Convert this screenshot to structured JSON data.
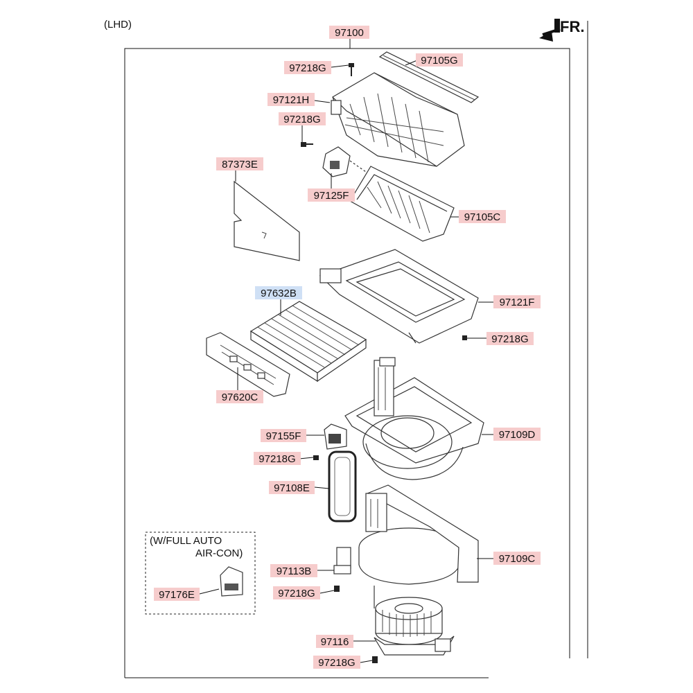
{
  "header": {
    "variant": "(LHD)",
    "direction": "FR.",
    "assembly": "97100"
  },
  "callouts": [
    {
      "id": "97218G",
      "highlight": "#f6cccc"
    },
    {
      "id": "97105G",
      "highlight": "#f6cccc"
    },
    {
      "id": "97121H",
      "highlight": "#f6cccc"
    },
    {
      "id": "97218G",
      "highlight": "#f6cccc"
    },
    {
      "id": "87373E",
      "highlight": "#f6cccc"
    },
    {
      "id": "97125F",
      "highlight": "#f6cccc"
    },
    {
      "id": "97105C",
      "highlight": "#f6cccc"
    },
    {
      "id": "97632B",
      "highlight": "#cfe0f5"
    },
    {
      "id": "97121F",
      "highlight": "#f6cccc"
    },
    {
      "id": "97218G",
      "highlight": "#f6cccc"
    },
    {
      "id": "97620C",
      "highlight": "#f6cccc"
    },
    {
      "id": "97155F",
      "highlight": "#f6cccc"
    },
    {
      "id": "97109D",
      "highlight": "#f6cccc"
    },
    {
      "id": "97218G",
      "highlight": "#f6cccc"
    },
    {
      "id": "97108E",
      "highlight": "#f6cccc"
    },
    {
      "id": "97113B",
      "highlight": "#f6cccc"
    },
    {
      "id": "97109C",
      "highlight": "#f6cccc"
    },
    {
      "id": "97218G",
      "highlight": "#f6cccc"
    },
    {
      "id": "97176E",
      "highlight": "#f6cccc"
    },
    {
      "id": "97116",
      "highlight": "#f6cccc"
    },
    {
      "id": "97218G",
      "highlight": "#f6cccc"
    }
  ],
  "option_box": {
    "line1": "(W/FULL AUTO",
    "line2": "AIR-CON)"
  }
}
